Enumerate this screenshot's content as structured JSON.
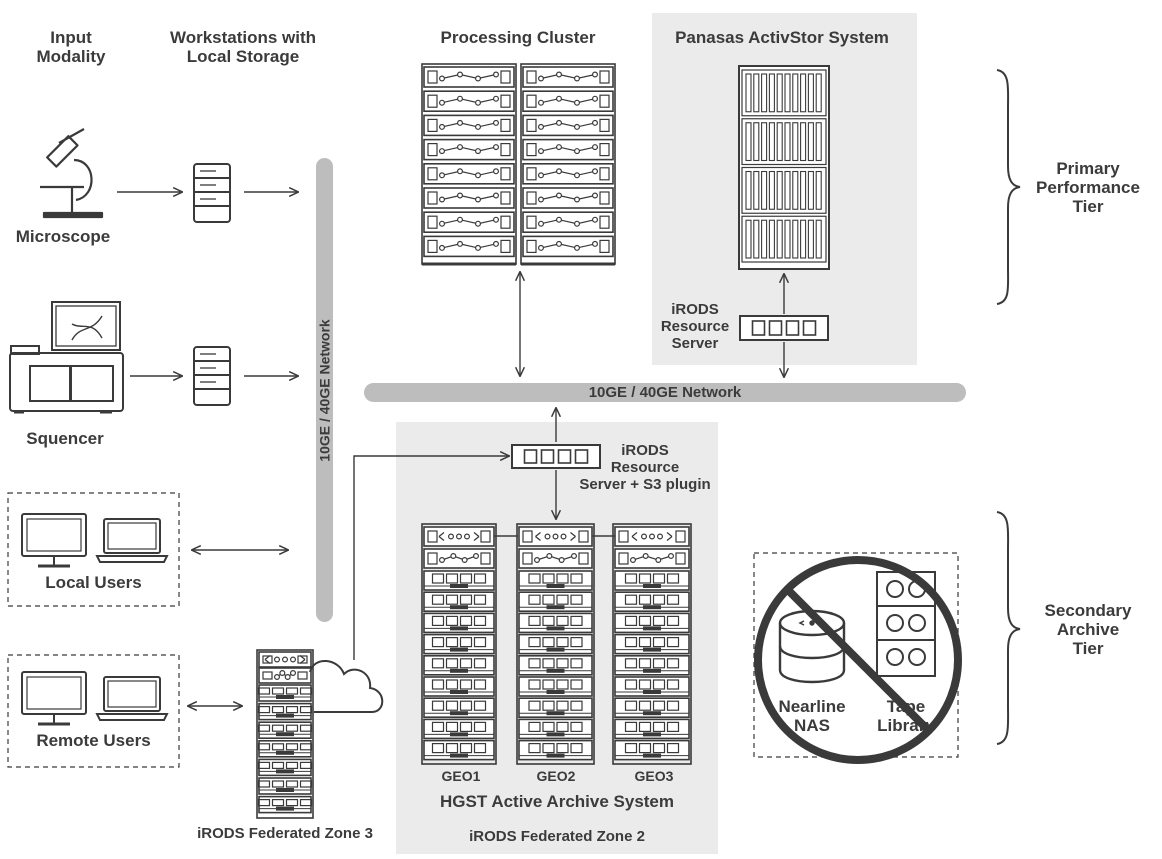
{
  "columns": {
    "input_modality": [
      "Input",
      "Modality"
    ],
    "workstations": [
      "Workstations with",
      "Local Storage"
    ]
  },
  "devices": {
    "microscope": "Microscope",
    "sequencer": "Squencer",
    "local_users": "Local Users",
    "remote_users": "Remote Users"
  },
  "processing_cluster": {
    "title": "Processing Cluster"
  },
  "panasas": {
    "title": "Panasas ActivStor System",
    "irods_server": [
      "iRODS",
      "Resource",
      "Server"
    ]
  },
  "networks": {
    "vertical": "10GE / 40GE Network",
    "horizontal": "10GE / 40GE Network"
  },
  "hgst": {
    "irods_server": [
      "iRODS",
      "Resource",
      "Server + S3 plugin"
    ],
    "geo": [
      "GEO1",
      "GEO2",
      "GEO3"
    ],
    "title": "HGST Active Archive System",
    "zone": "iRODS Federated  Zone 2"
  },
  "zone3": {
    "label": "iRODS Federated Zone 3"
  },
  "legacy": {
    "nas": [
      "Nearline",
      "NAS"
    ],
    "tape": [
      "Tape",
      "Library"
    ]
  },
  "tiers": {
    "primary": [
      "Primary",
      "Performance",
      "Tier"
    ],
    "secondary": [
      "Secondary",
      "Archive",
      "Tier"
    ]
  },
  "colors": {
    "stroke": "#3a3a3a",
    "panel": "#ebebeb",
    "network_bar": "#bdbdbd",
    "text": "#3b3b3b"
  }
}
